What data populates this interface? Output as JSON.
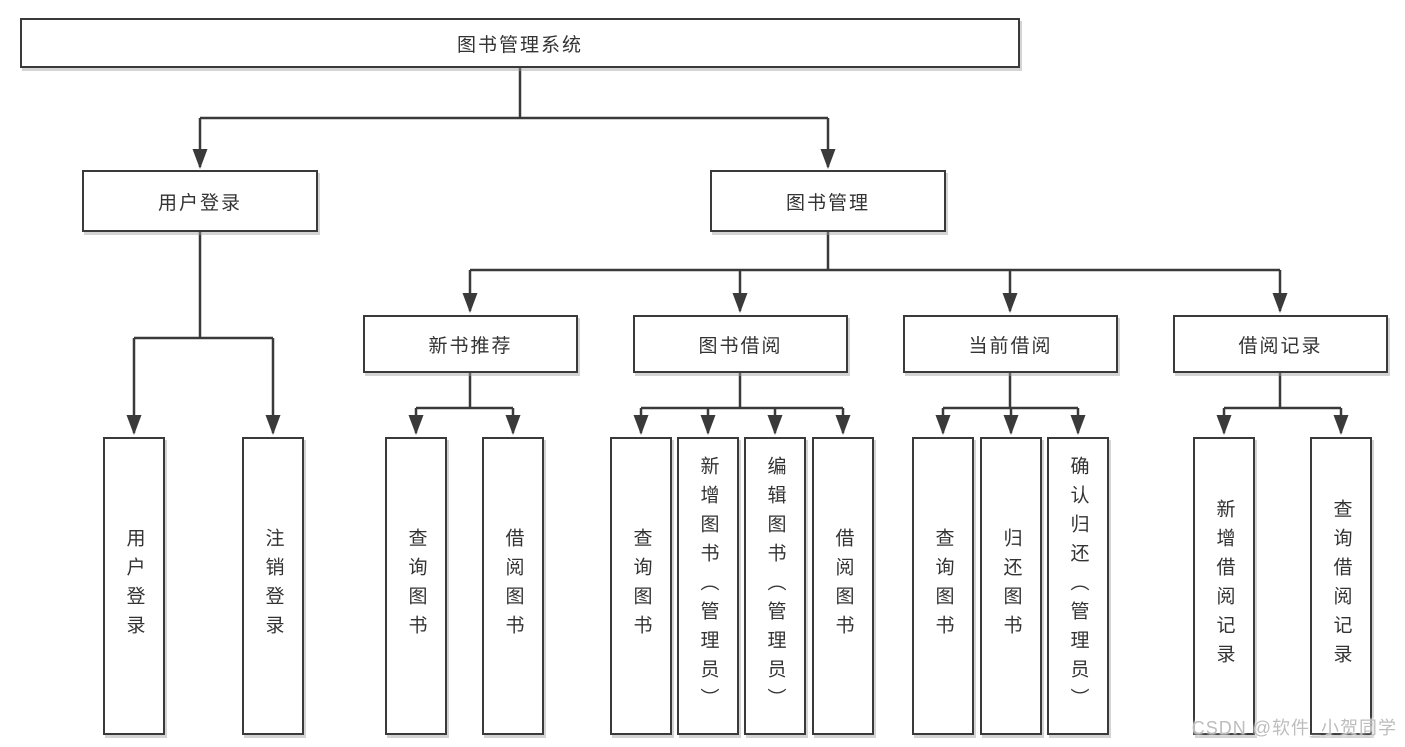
{
  "root": {
    "label": "图书管理系统"
  },
  "branches": {
    "user_login": {
      "label": "用户登录",
      "children": [
        {
          "label": "用户登录"
        },
        {
          "label": "注销登录"
        }
      ]
    },
    "book_management": {
      "label": "图书管理",
      "children": [
        {
          "label": "新书推荐",
          "children": [
            {
              "label": "查询图书"
            },
            {
              "label": "借阅图书"
            }
          ]
        },
        {
          "label": "图书借阅",
          "children": [
            {
              "label": "查询图书"
            },
            {
              "label": "新增图书（管理员）"
            },
            {
              "label": "编辑图书（管理员）"
            },
            {
              "label": "借阅图书"
            }
          ]
        },
        {
          "label": "当前借阅",
          "children": [
            {
              "label": "查询图书"
            },
            {
              "label": "归还图书"
            },
            {
              "label": "确认归还（管理员）"
            }
          ]
        },
        {
          "label": "借阅记录",
          "children": [
            {
              "label": "新增借阅记录"
            },
            {
              "label": "查询借阅记录"
            }
          ]
        }
      ]
    }
  },
  "watermark": {
    "label": "CSDN @软件_小贺同学"
  },
  "colors": {
    "line": "#3a3a3a",
    "text": "#333333",
    "background": "#ffffff",
    "watermark": "#bdbdbd"
  }
}
